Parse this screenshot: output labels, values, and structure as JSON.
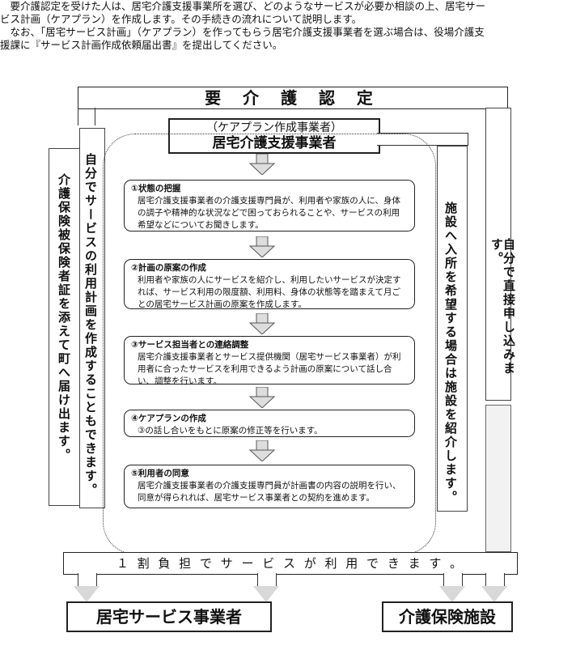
{
  "intro": {
    "para1": "要介護認定を受けた人は、居宅介護支援事業所を選び、どのようなサービスが必要か相談の上、居宅サービス計画（ケアプラン）を作成します。その手続きの流れについて説明します。",
    "para2": "なお、「居宅サービス計画」（ケアプラン）を作ってもらう居宅介護支援事業者を選ぶ場合は、役場介護支援課に『サービス計画作成依頼届出書』を提出してください。"
  },
  "top_band": "要 介 護 認 定",
  "provider_box": {
    "line1": "（ケアプラン作成事業者）",
    "line2": "居宅介護支援事業者"
  },
  "left_vertical_1": "介護保険被保険者証を添えて町へ届け出ます。",
  "left_vertical_2": "自分でサービスの利用計画を作成することもできます。",
  "right_vertical_1": "施設へ入所を希望する場合は施設を紹介します。",
  "right_vertical_2": "自分で直接申し込みます。",
  "steps": [
    {
      "title": "①状態の把握",
      "body": "居宅介護支援事業者の介護支援専門員が、利用者や家族の人に、身体の調子や精神的な状況などで困っておられることや、サービスの利用希望などについてお聞きします。"
    },
    {
      "title": "②計画の原案の作成",
      "body": "利用者や家族の人にサービスを紹介し、利用したいサービスが決定すれば、サービス利用の限度額、利用料、身体の状態等を踏まえて月ごとの居宅サービス計画の原案を作成します。"
    },
    {
      "title": "③サービス担当者との連絡調整",
      "body": "居宅介護支援事業者とサービス提供機関（居宅サービス事業者）が利用者に合ったサービスを利用できるよう計画の原案について話し合い、調整を行います。"
    },
    {
      "title": "④ケアプランの作成",
      "body": "③の話し合いをもとに原案の修正等を行います。"
    },
    {
      "title": "⑤利用者の同意",
      "body": "居宅介護支援事業者の介護支援専門員が計画書の内容の説明を行い、同意が得られれば、居宅サービス事業者との契約を進めます。"
    }
  ],
  "bottom_band": "１ 割 負 担 で サ ー ビ ス が 利 用 で き ま す 。",
  "destination_left": "居宅サービス事業者",
  "destination_right": "介護保険施設"
}
